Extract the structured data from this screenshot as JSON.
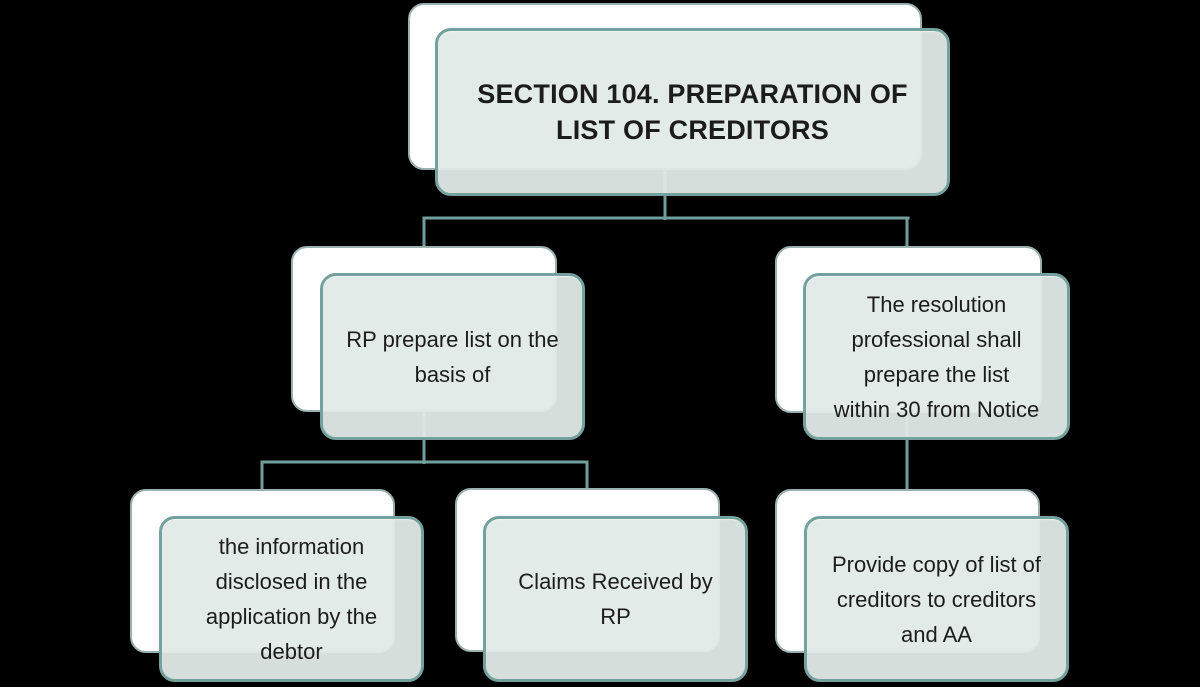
{
  "diagram": {
    "type": "flowchart-hierarchy",
    "background_color": "#000000",
    "box_fill_color": "#d5dedb",
    "box_border_color": "#74a19e",
    "shadow_box_fill_color": "#fdfefd",
    "shadow_box_border_color": "#9ab0ad",
    "connector_color": "#6f9e9b",
    "text_color": "#1c1c1c",
    "nodes": {
      "root": {
        "label": "SECTION 104. PREPARATION OF\nLIST OF CREDITORS"
      },
      "basis": {
        "label": "RP prepare list on the\nbasis of"
      },
      "resolution": {
        "label": "The resolution\nprofessional shall\nprepare the list\nwithin 30 from Notice"
      },
      "information": {
        "label": "the information\ndisclosed in the\napplication by the\ndebtor"
      },
      "claims": {
        "label": "Claims Received by\nRP"
      },
      "provide": {
        "label": "Provide copy of list of\ncreditors to creditors\nand AA"
      }
    },
    "edges": [
      {
        "from": "root",
        "to": "basis"
      },
      {
        "from": "root",
        "to": "resolution"
      },
      {
        "from": "basis",
        "to": "information"
      },
      {
        "from": "basis",
        "to": "claims"
      },
      {
        "from": "resolution",
        "to": "provide"
      }
    ]
  }
}
